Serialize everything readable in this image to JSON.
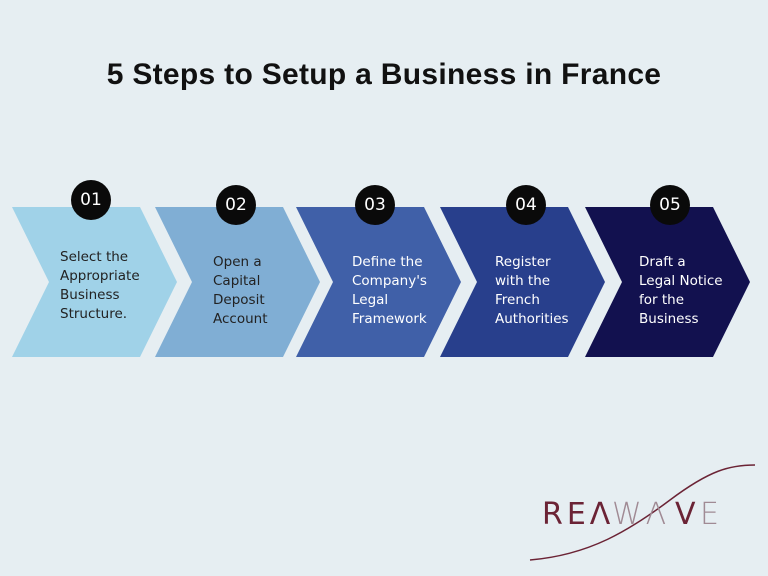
{
  "title": "5 Steps to Setup a Business in France",
  "steps": [
    {
      "number": "01",
      "text": "Select the\nAppropriate\nBusiness\nStructure.",
      "color": "#a0d2e8",
      "text_color": "#222222"
    },
    {
      "number": "02",
      "text": "Open a\nCapital\nDeposit\nAccount",
      "color": "#80aed4",
      "text_color": "#222222"
    },
    {
      "number": "03",
      "text": "Define the\nCompany's\nLegal\nFramework",
      "color": "#4060a8",
      "text_color": "#ffffff"
    },
    {
      "number": "04",
      "text": "Register\nwith the\nFrench\nAuthorities",
      "color": "#283f8c",
      "text_color": "#ffffff"
    },
    {
      "number": "05",
      "text": "Draft a\nLegal Notice\nfor the\nBusiness",
      "color": "#12114f",
      "text_color": "#ffffff"
    }
  ],
  "logo": {
    "text": "REAWAVE",
    "color": "#6b2335"
  }
}
